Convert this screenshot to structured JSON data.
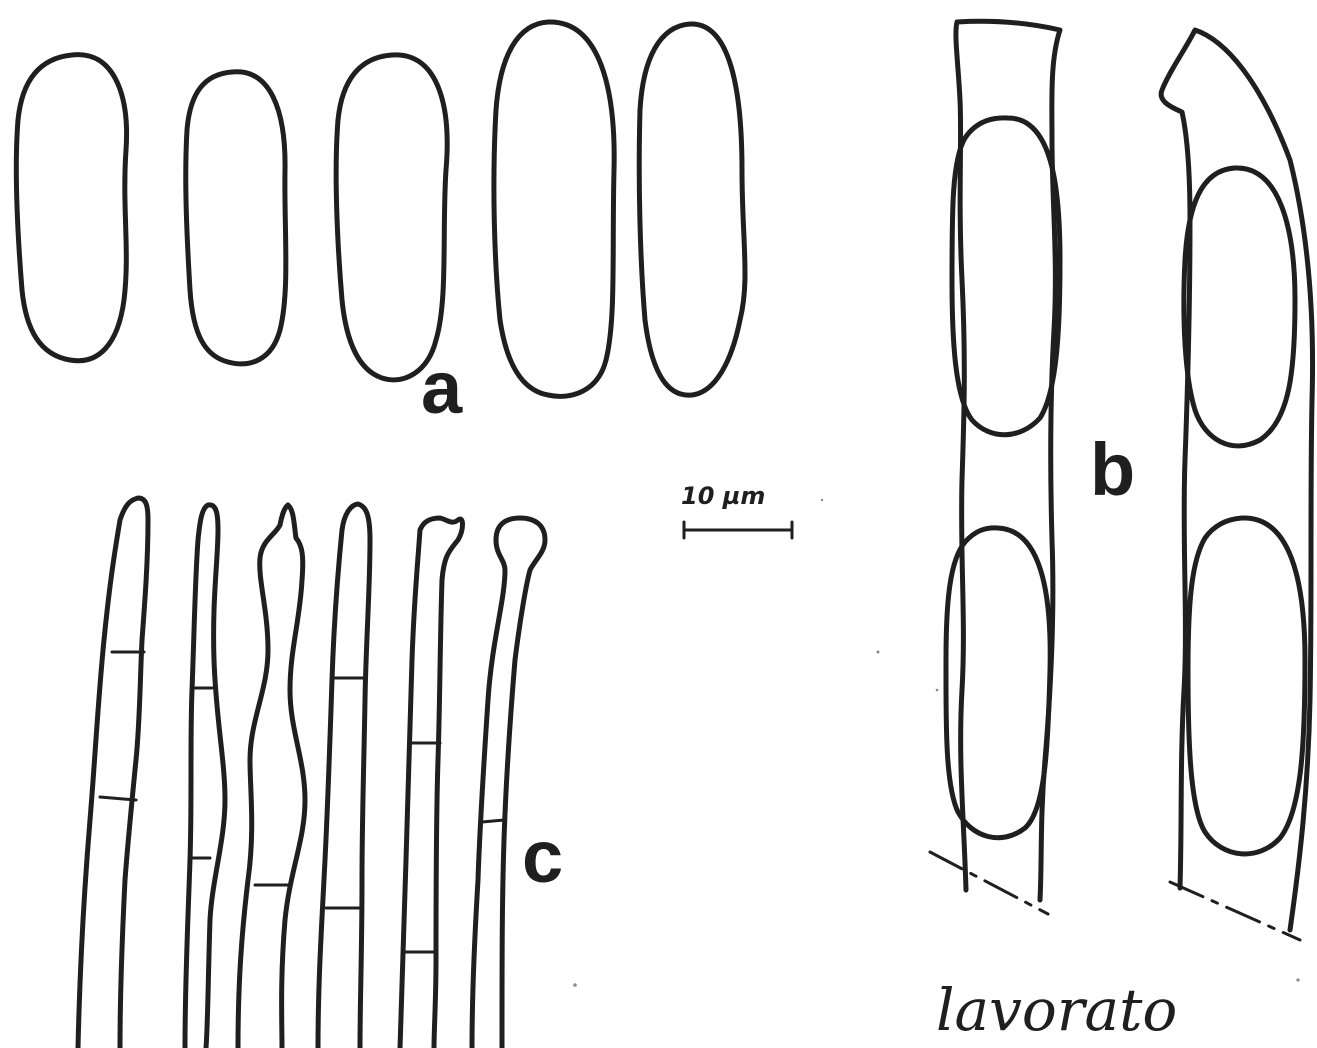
{
  "figure": {
    "panels": [
      {
        "label": "a",
        "content": "spores"
      },
      {
        "label": "b",
        "content": "asci"
      },
      {
        "label": "c",
        "content": "hyphae"
      }
    ],
    "scale_bar": {
      "label": "10 µm",
      "value": 10,
      "unit": "µm"
    },
    "signature": "lavorato",
    "ink_color": "#1f1f1f",
    "background_color": "#ffffff"
  }
}
